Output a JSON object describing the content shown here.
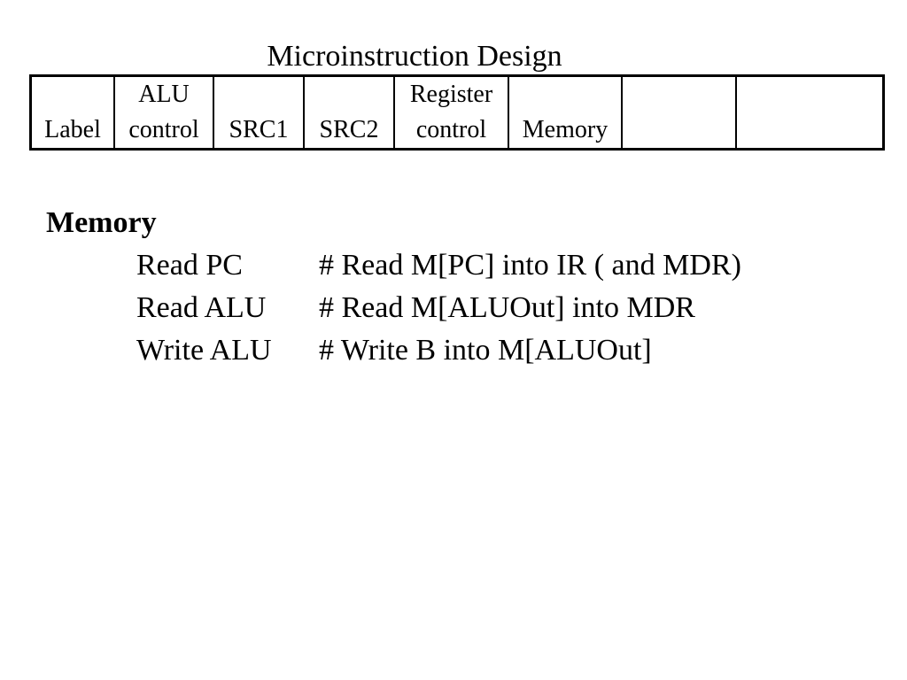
{
  "title": "Microinstruction Design",
  "fields": [
    {
      "line1": "",
      "line2": "Label"
    },
    {
      "line1": "ALU",
      "line2": "control"
    },
    {
      "line1": "",
      "line2": "SRC1"
    },
    {
      "line1": "",
      "line2": "SRC2"
    },
    {
      "line1": "Register",
      "line2": "control"
    },
    {
      "line1": "",
      "line2": "Memory"
    },
    {
      "line1": "",
      "line2": ""
    },
    {
      "line1": "",
      "line2": ""
    }
  ],
  "section": {
    "heading": "Memory",
    "rows": [
      {
        "op": "Read PC",
        "comment": "# Read M[PC] into IR ( and MDR)"
      },
      {
        "op": "Read ALU",
        "comment": "# Read M[ALUOut] into MDR"
      },
      {
        "op": "Write ALU",
        "comment": "# Write B into M[ALUOut]"
      }
    ]
  }
}
